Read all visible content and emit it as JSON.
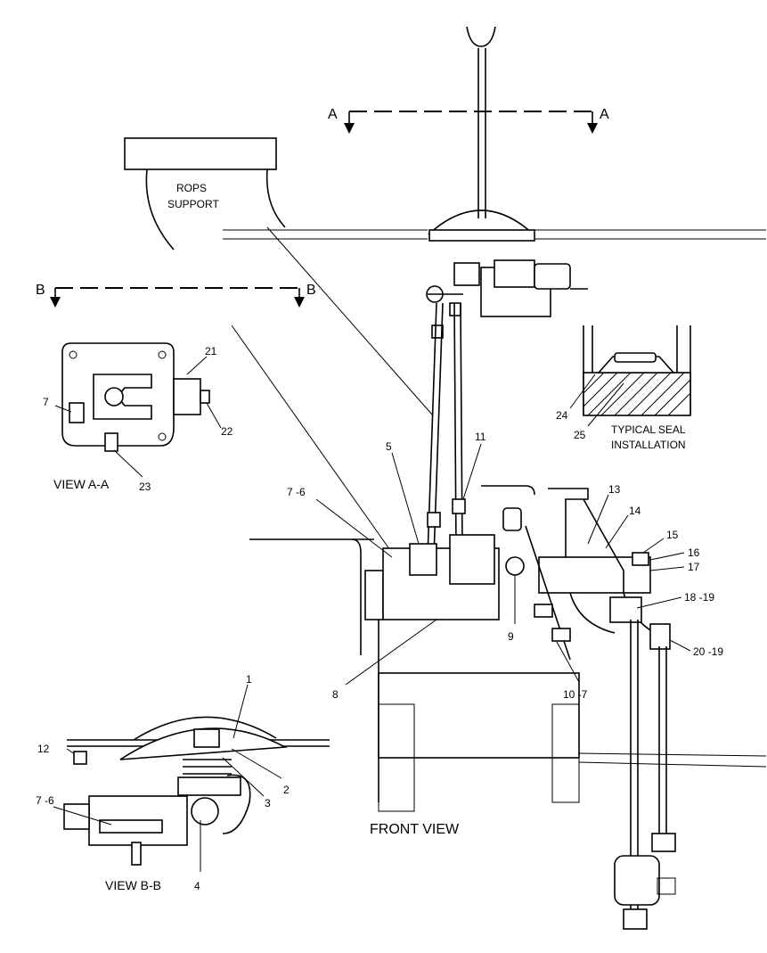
{
  "section_markers": {
    "a_left": "A",
    "a_right": "A",
    "b_left": "B",
    "b_right": "B"
  },
  "labels": {
    "rops_support": "ROPS\nSUPPORT",
    "typical_seal_installation": "TYPICAL SEAL\nINSTALLATION",
    "view_aa": "VIEW  A-A",
    "view_bb": "VIEW  B-B",
    "front_view": "FRONT  VIEW"
  },
  "callouts": {
    "c1": "1",
    "c2": "2",
    "c3": "3",
    "c4": "4",
    "c5": "5",
    "c7": "7",
    "c7_6_top": "7 -6",
    "c7_6_bottom": "7 -6",
    "c8": "8",
    "c9": "9",
    "c10_7": "10 -7",
    "c11": "11",
    "c12": "12",
    "c13": "13",
    "c14": "14",
    "c15": "15",
    "c16": "16",
    "c17": "17",
    "c18_19": "18 -19",
    "c20_19": "20 -19",
    "c21": "21",
    "c22": "22",
    "c23": "23",
    "c24": "24",
    "c25": "25"
  }
}
